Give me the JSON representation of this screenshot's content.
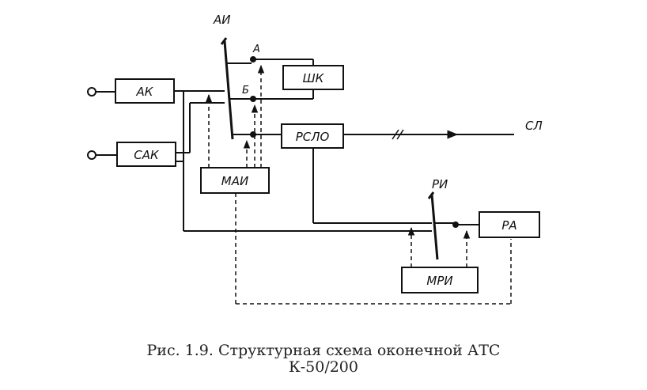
{
  "diagram": {
    "blocks": {
      "ak": "АК",
      "sak": "САК",
      "mai": "МАИ",
      "shk": "ШК",
      "rslo": "РСЛО",
      "mri": "МРИ",
      "ra": "РА"
    },
    "switches": {
      "ai": "АИ",
      "ri": "РИ"
    },
    "outputs": {
      "a": "А",
      "b": "Б"
    },
    "line_label": "СЛ"
  },
  "caption": {
    "line1": "Рис. 1.9. Структурная схема оконечной АТС",
    "line2": "К-50/200"
  }
}
